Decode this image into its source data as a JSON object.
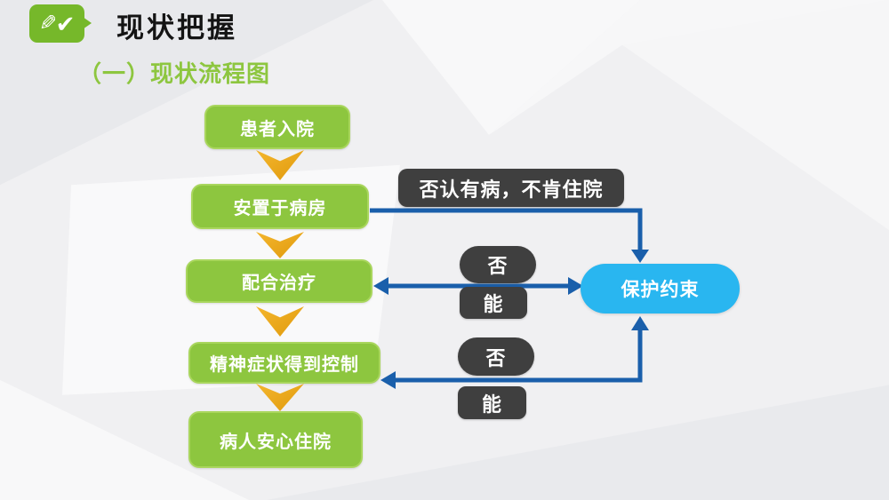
{
  "slide": {
    "header": {
      "icon": "pencil-check-icon",
      "title": "现状把握"
    },
    "section_title": "（一）现状流程图",
    "flowchart": {
      "steps": [
        {
          "label": "患者入院"
        },
        {
          "label": "安置于病房"
        },
        {
          "label": "配合治疗"
        },
        {
          "label": "精神症状得到控制"
        },
        {
          "label": "病人安心住院"
        }
      ],
      "branch": {
        "denial_label": "否认有病，不肯住院",
        "restraint_label": "保护约束",
        "decision1": {
          "no": "否",
          "yes": "能"
        },
        "decision2": {
          "no": "否",
          "yes": "能"
        }
      }
    },
    "colors": {
      "step_green": "#8DC63F",
      "header_icon_green": "#76B82A",
      "section_title_green": "#8DC63F",
      "arrow_orange": "#EBA315",
      "annotation_dark": "#3F3F3F",
      "connector_blue": "#1A5FAB",
      "restraint_cyan": "#29B6F0"
    }
  }
}
